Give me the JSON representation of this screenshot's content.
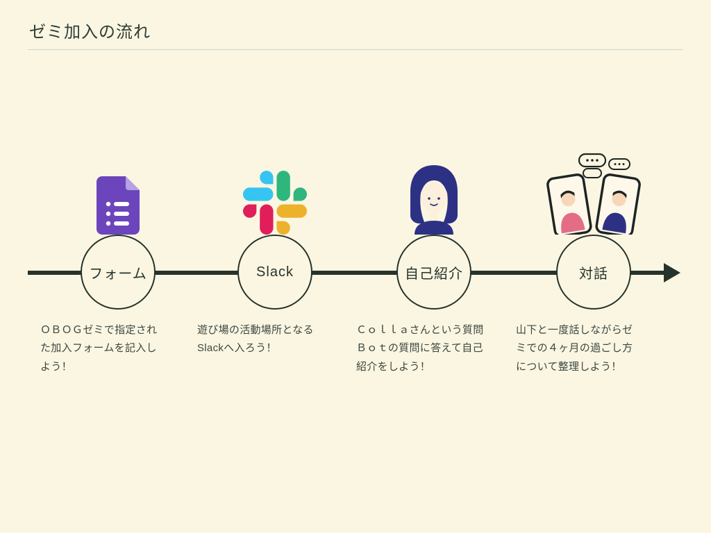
{
  "slide": {
    "title": "ゼミ加入の流れ",
    "steps": [
      {
        "label": "フォーム",
        "icon": "google-forms-icon",
        "description": "ＯＢＯＧゼミで指定され\nた加入フォームを記入し\nよう！"
      },
      {
        "label": "Slack",
        "icon": "slack-icon",
        "description": "遊び場の活動場所となる\nSlackへ入ろう！"
      },
      {
        "label": "自己紹介",
        "icon": "woman-avatar-icon",
        "description": "Ｃｏｌｌａさんという質問\nＢｏｔの質問に答えて自己\n紹介をしよう！"
      },
      {
        "label": "対話",
        "icon": "video-call-illustration-icon",
        "description": "山下と一度話しながらゼ\nミでの４ヶ月の過ごし方\nについて整理しよう！"
      }
    ]
  },
  "colors": {
    "background": "#FAF6E2",
    "line": "#26332C",
    "text": "#3C463F",
    "forms_purple": "#6C45BC",
    "slack_blue": "#36C5F0",
    "slack_green": "#2EB67D",
    "slack_red": "#E01E5A",
    "slack_yellow": "#ECB22C",
    "avatar_navy": "#2D3184"
  }
}
